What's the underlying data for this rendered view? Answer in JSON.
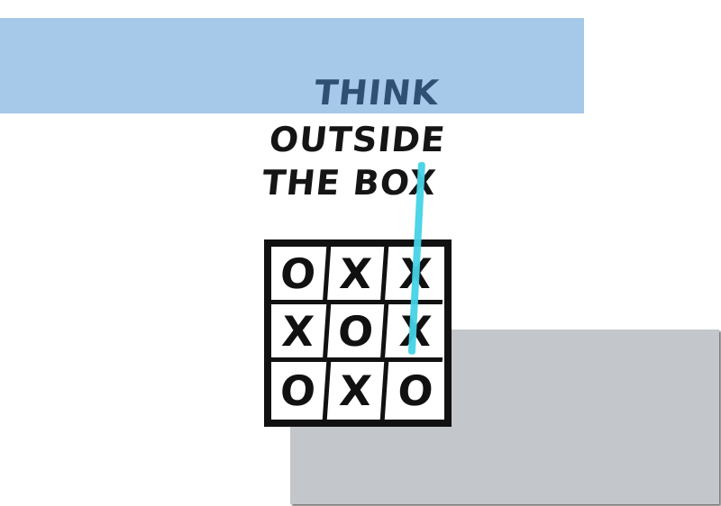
{
  "poster": {
    "line1": "THINK",
    "line2": "OUTSIDE",
    "line3": "THE BOX"
  },
  "board": {
    "cells": [
      "O",
      "X",
      "X",
      "X",
      "O",
      "X",
      "O",
      "X",
      "O"
    ]
  },
  "colors": {
    "blue_band": "#a6c8e9",
    "grey_box": "#c3c6ca",
    "think_text": "#2f4f73",
    "ink": "#111111",
    "line_accent": "#45d3e6"
  }
}
